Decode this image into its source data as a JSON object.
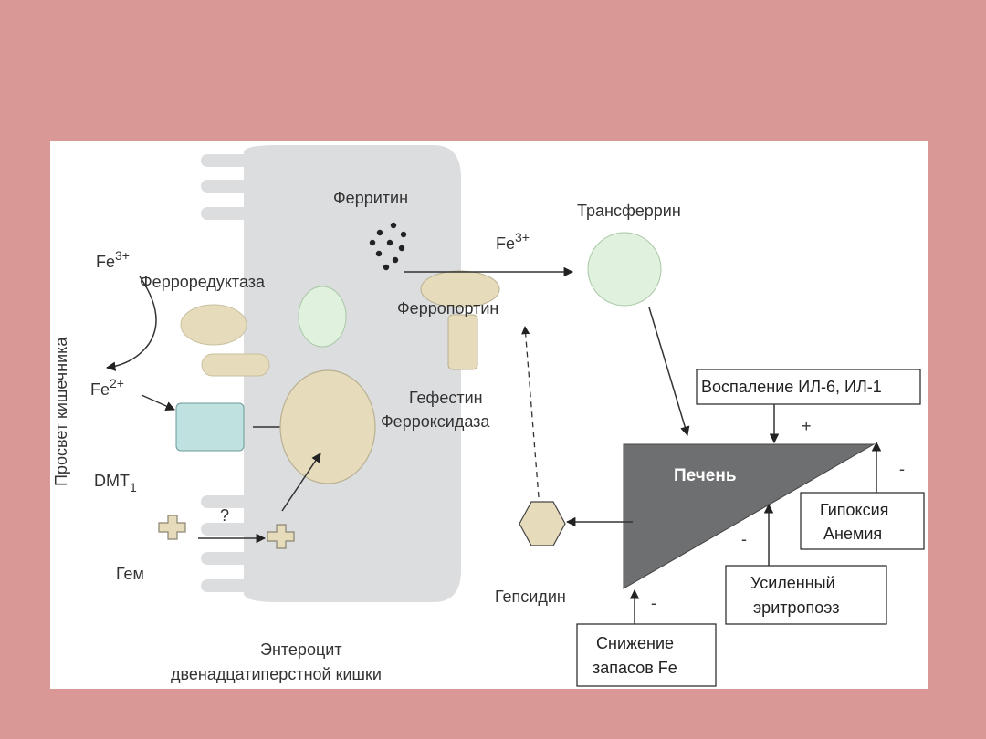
{
  "labels": {
    "lumen": "Просвет кишечника",
    "fe3_left_base": "Fe",
    "fe3_left_sup": "3+",
    "fe2_base": "Fe",
    "fe2_sup": "2+",
    "ferroreductase": "Ферроредуктаза",
    "dmt_base": "DMT",
    "dmt_sub": "1",
    "heme": "Гем",
    "question": "?",
    "enterocyte_line1": "Энтероцит",
    "enterocyte_line2": "двенадцатиперстной кишки",
    "ferritin": "Ферритин",
    "ferroportin": "Ферропортин",
    "hephaestin_line1": "Гефестин",
    "hephaestin_line2": "Ферроксидаза",
    "fe3_right_base": "Fe",
    "fe3_right_sup": "3+",
    "transferrin": "Трансферрин",
    "liver": "Печень",
    "hepcidin": "Гепсидин",
    "plus": "+",
    "minus": "-"
  },
  "boxes": {
    "inflammation": "Воспаление ИЛ-6, ИЛ-1",
    "hypoxia_line1": "Гипоксия",
    "hypoxia_line2": "Анемия",
    "erythropoiesis_line1": "Усиленный",
    "erythropoiesis_line2": "эритропоэз",
    "stores_line1": "Снижение",
    "stores_line2": "запасов Fe"
  },
  "colors": {
    "background": "#d99895",
    "slide": "#ffffff",
    "cell": "#dcdddf",
    "tan": "#e6dcbc",
    "light_green": "#e0f1de",
    "cyan": "#bfe2e0",
    "liver": "#6e6f71"
  }
}
